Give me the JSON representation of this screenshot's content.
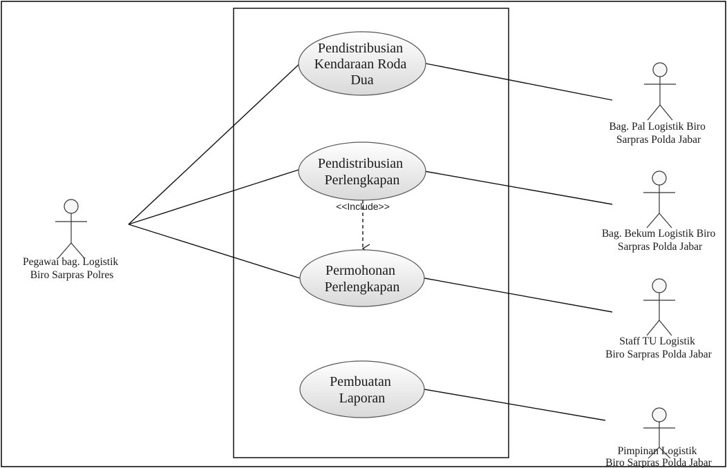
{
  "diagram": {
    "use_cases": [
      {
        "id": "uc1",
        "lines": [
          "Pendistribusian",
          "Kendaraan Roda",
          "Dua"
        ]
      },
      {
        "id": "uc2",
        "lines": [
          "Pendistribusian",
          "Perlengkapan"
        ]
      },
      {
        "id": "uc3",
        "lines": [
          "Permohonan",
          "Perlengkapan"
        ]
      },
      {
        "id": "uc4",
        "lines": [
          "Pembuatan",
          "Laporan"
        ]
      }
    ],
    "include_label": "<<Include>>",
    "actors": [
      {
        "id": "a0",
        "lines": [
          "Pegawai bag. Logistik",
          "Biro Sarpras Polres"
        ]
      },
      {
        "id": "a1",
        "lines": [
          "Bag. Pal Logistik Biro",
          "Sarpras Polda Jabar"
        ]
      },
      {
        "id": "a2",
        "lines": [
          "Bag. Bekum Logistik Biro",
          "Sarpras Polda Jabar"
        ]
      },
      {
        "id": "a3",
        "lines": [
          "Staff TU Logistik",
          "Biro Sarpras Polda Jabar"
        ]
      },
      {
        "id": "a4",
        "lines": [
          "Pimpinan Logistik",
          "Biro Sarpras Polda Jabar"
        ]
      }
    ],
    "colors": {
      "use_case_fill_top": "#ffffff",
      "use_case_fill_bottom": "#d9d9d9",
      "use_case_stroke": "#555555",
      "line": "#111111"
    }
  }
}
